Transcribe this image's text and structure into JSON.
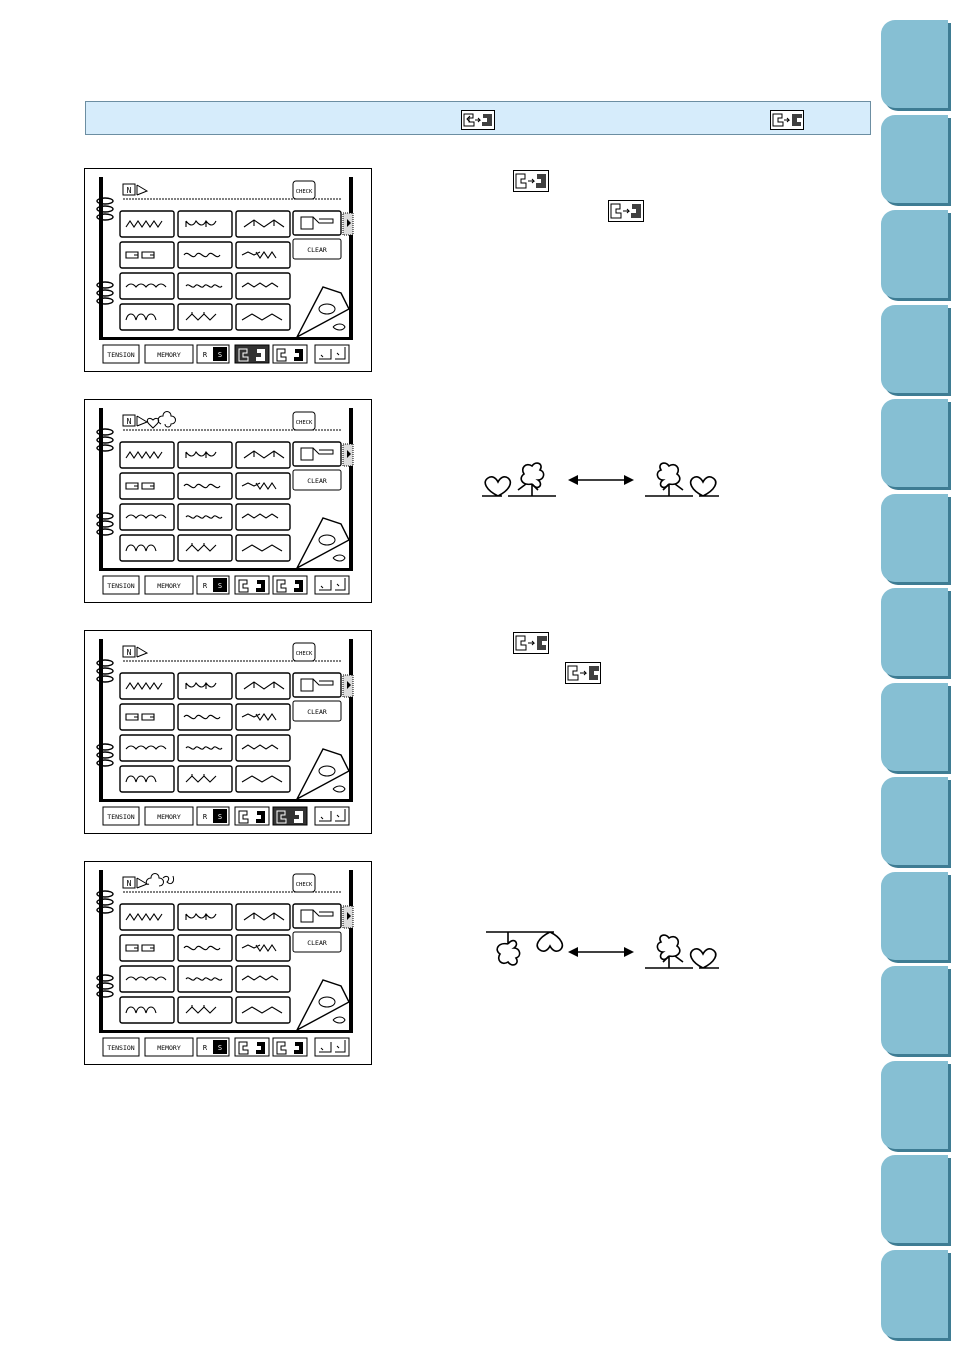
{
  "side_tabs": [
    "tab-1",
    "tab-2",
    "tab-3",
    "tab-4",
    "tab-5",
    "tab-6",
    "tab-7",
    "tab-8",
    "tab-9",
    "tab-10",
    "tab-11",
    "tab-12",
    "tab-13",
    "tab-14"
  ],
  "screen_labels": {
    "check": "CHECK",
    "clear": "CLEAR",
    "tension": "TENSION",
    "memory": "MEMORY",
    "r": "R",
    "s": "S",
    "n": "N"
  },
  "icons": {
    "mirror_horizontal": "horizontal-mirror-icon",
    "mirror_vertical": "vertical-mirror-icon",
    "arrow": "double-arrow-icon"
  }
}
